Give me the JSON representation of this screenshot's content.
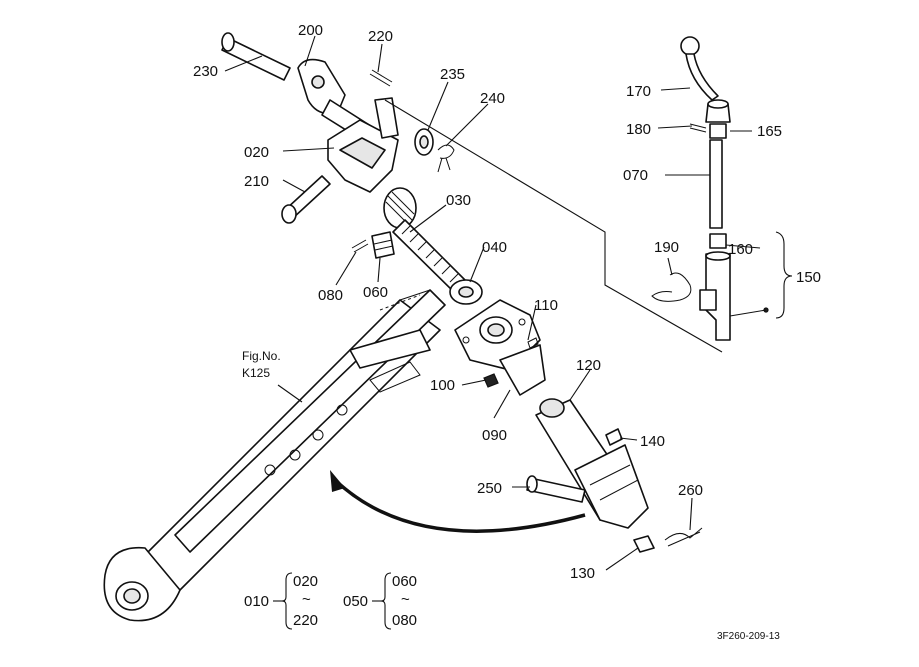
{
  "callouts": {
    "p230": "230",
    "p200": "200",
    "p220": "220",
    "p235": "235",
    "p240": "240",
    "p020": "020",
    "p210": "210",
    "p030": "030",
    "p040": "040",
    "p080": "080",
    "p060": "060",
    "p110": "110",
    "p100": "100",
    "p090": "090",
    "p120": "120",
    "p140": "140",
    "p250": "250",
    "p260": "260",
    "p130": "130",
    "p170": "170",
    "p180": "180",
    "p165": "165",
    "p070": "070",
    "p190": "190",
    "p160": "160",
    "p150": "150"
  },
  "figref": {
    "line1": "Fig.No.",
    "line2": "K125"
  },
  "groups": {
    "g010": {
      "parent": "010",
      "from": "020",
      "tilde": "~",
      "to": "220"
    },
    "g050": {
      "parent": "050",
      "from": "060",
      "tilde": "~",
      "to": "080"
    }
  },
  "drawing_code": "3F260-209-13"
}
